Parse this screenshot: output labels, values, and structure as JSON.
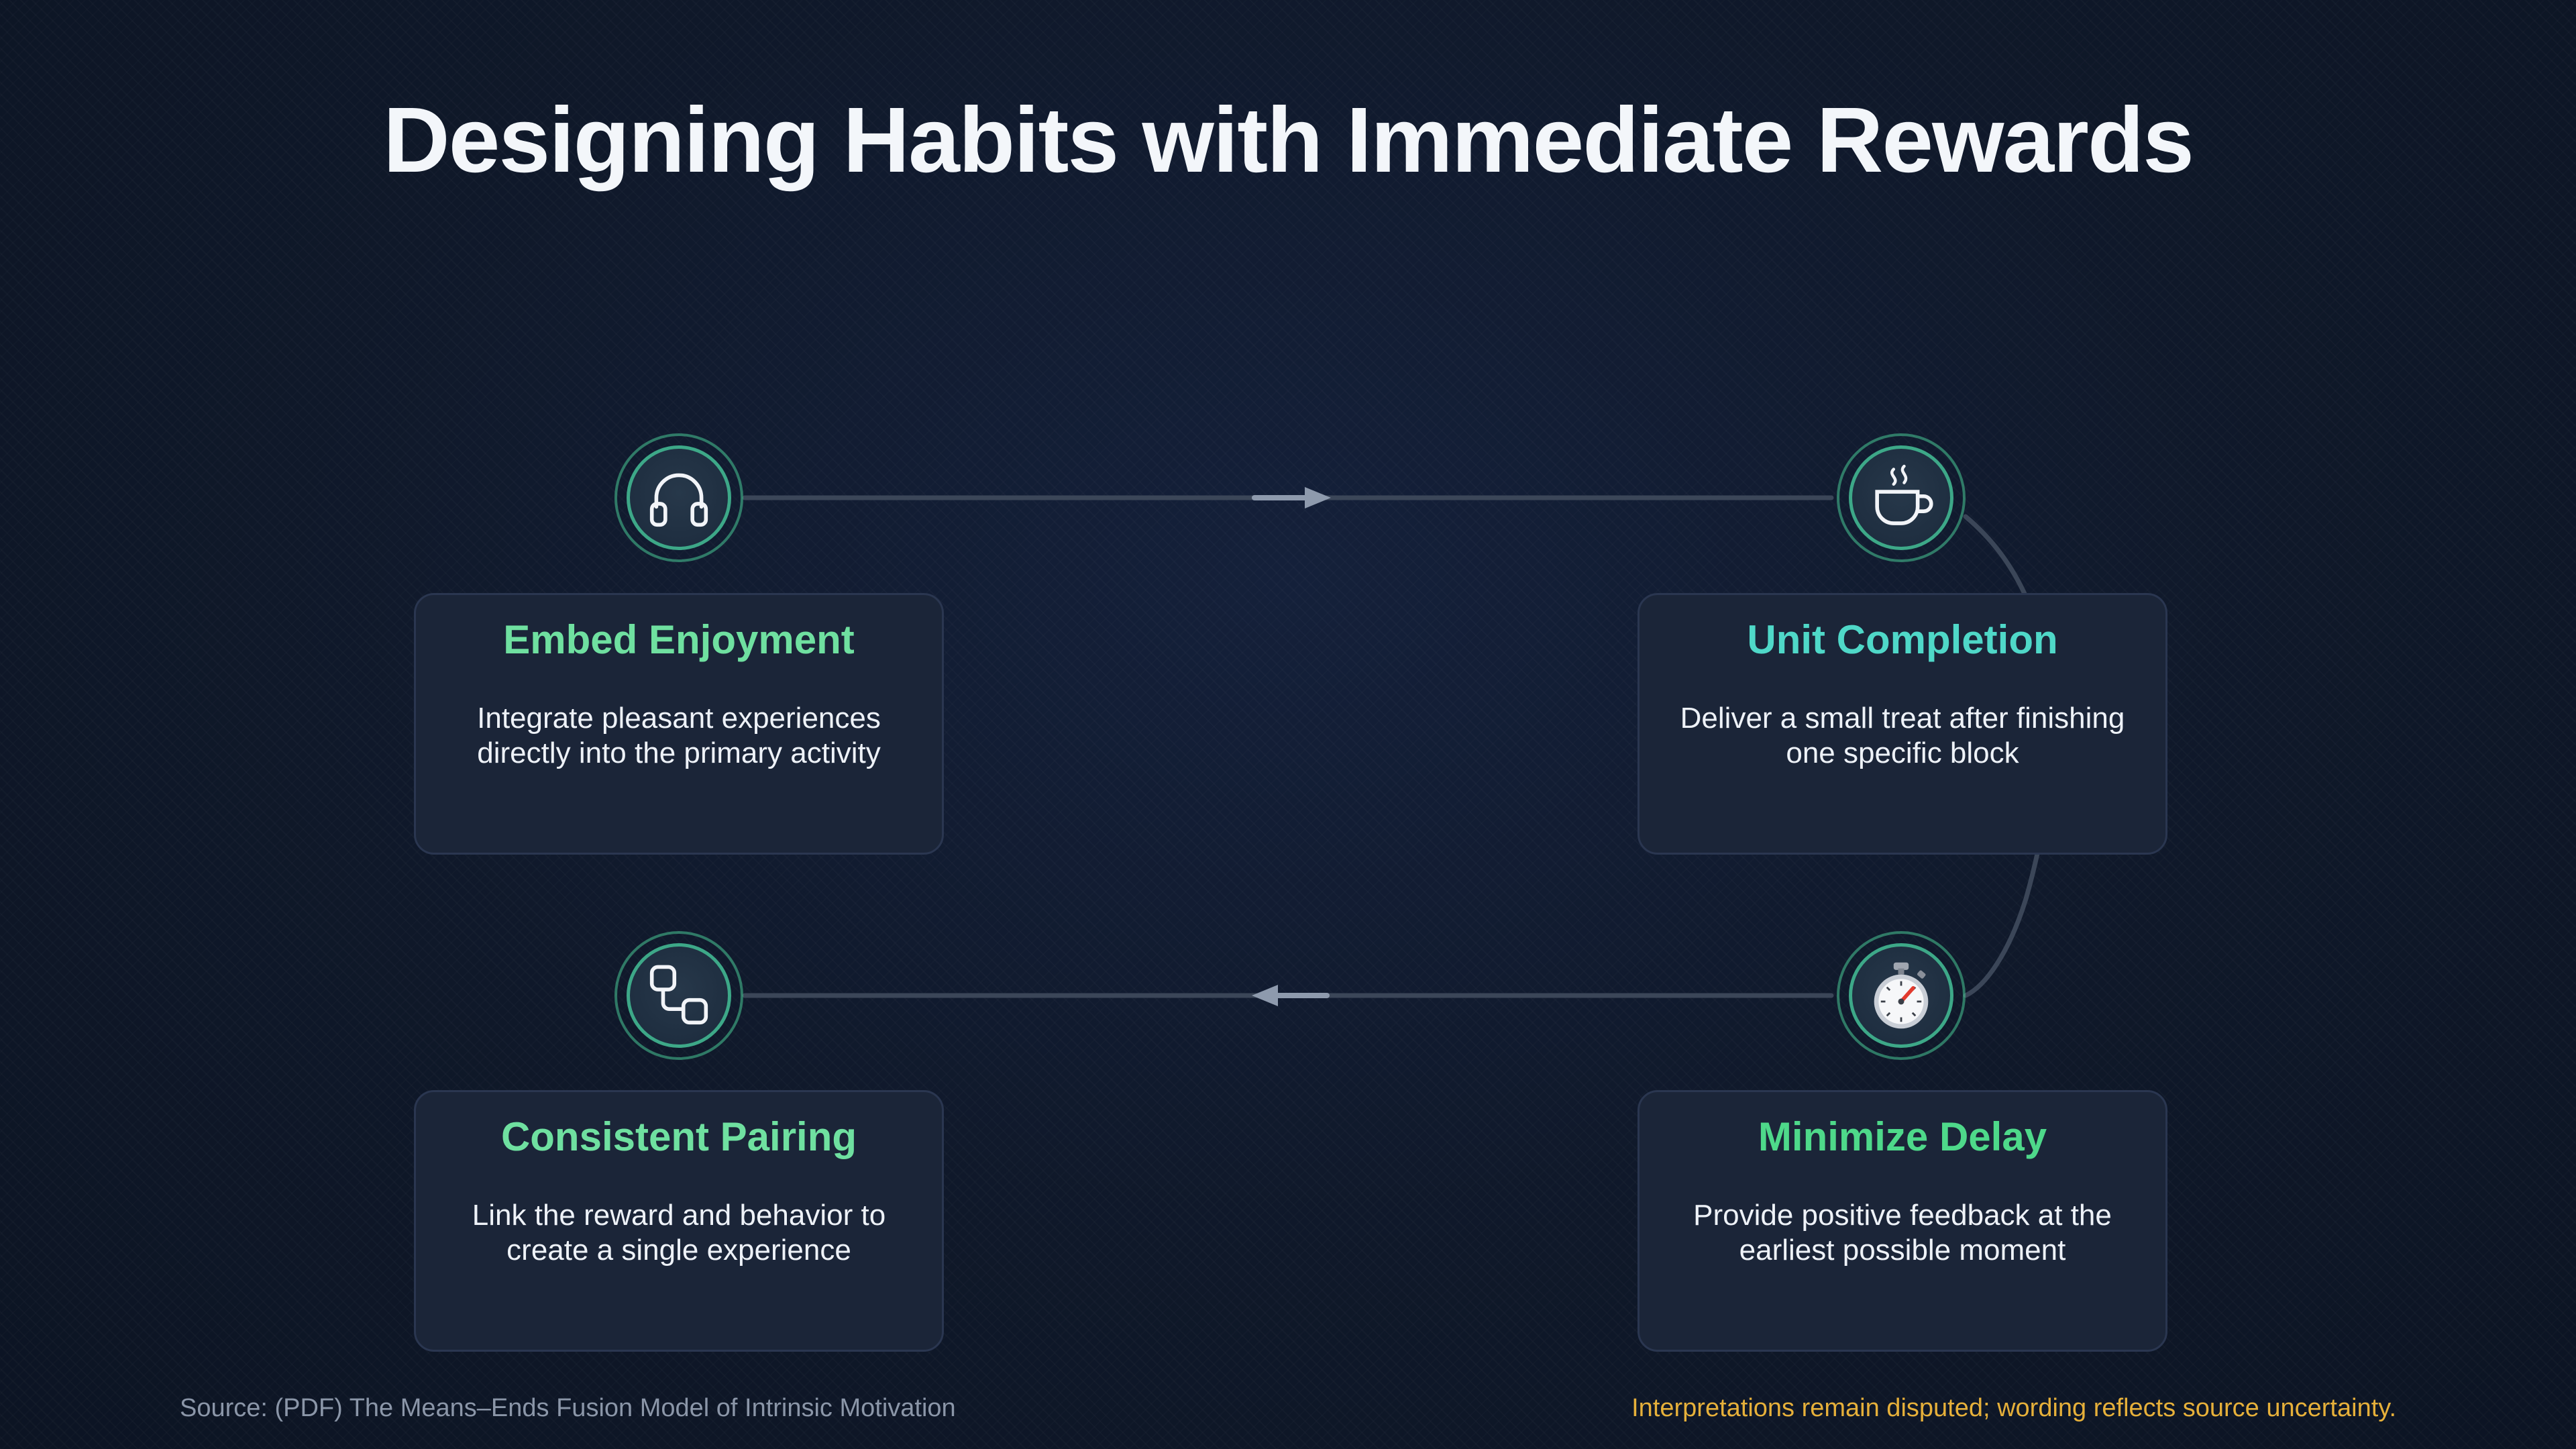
{
  "title": "Designing Habits with Immediate Rewards",
  "steps": [
    {
      "title": "Embed Enjoyment",
      "description": "Integrate pleasant experiences directly into the primary activity",
      "icon": "headphones-icon",
      "title_color": "#6fe0a0"
    },
    {
      "title": "Unit Completion",
      "description": "Deliver a small treat after finishing one specific block",
      "icon": "coffee-cup-icon",
      "title_color": "#4fd8c8"
    },
    {
      "title": "Minimize Delay",
      "description": "Provide positive feedback at the earliest possible moment",
      "icon": "stopwatch-icon",
      "title_color": "#4ed98a"
    },
    {
      "title": "Consistent Pairing",
      "description": "Link the reward and behavior to create a single experience",
      "icon": "linked-squares-icon",
      "title_color": "#6fe0a0"
    }
  ],
  "footer": {
    "source": "Source: (PDF) The Means–Ends Fusion Model of Intrinsic Motivation",
    "disclaimer": "Interpretations remain disputed; wording reflects source uncertainty."
  },
  "colors": {
    "background": "#101a2d",
    "card": "#1b2538",
    "accent": "#48c896",
    "disclaimer": "#e6b03a"
  }
}
